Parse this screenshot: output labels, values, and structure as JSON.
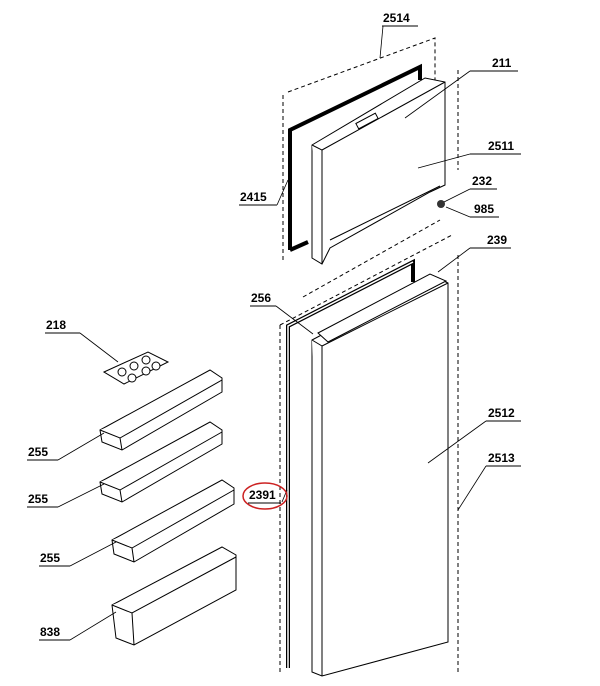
{
  "labels": {
    "l2514": "2514",
    "l211": "211",
    "l2511": "2511",
    "l232": "232",
    "l985": "985",
    "l2415": "2415",
    "l239": "239",
    "l256": "256",
    "l218": "218",
    "l2512": "2512",
    "l2513": "2513",
    "l255a": "255",
    "l255b": "255",
    "l2391": "2391",
    "l255c": "255",
    "l838": "838"
  },
  "colors": {
    "highlight": "#cc2222"
  },
  "highlighted_part": "2391"
}
